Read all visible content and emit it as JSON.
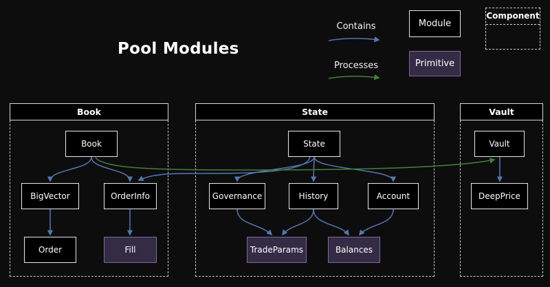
{
  "title": "Pool Modules",
  "legend": {
    "contains_label": "Contains",
    "processes_label": "Processes",
    "module_label": "Module",
    "primitive_label": "Primitive",
    "component_label": "Component"
  },
  "colors": {
    "background": "#0d0d0d",
    "module_bg": "#000000",
    "module_border": "#e8e8e8",
    "primitive_bg": "#342b45",
    "primitive_border": "#7b6b9e",
    "contains_arrow": "#5578b4",
    "processes_arrow": "#43823a"
  },
  "containers": [
    {
      "label": "Book",
      "nodes": [
        "Book",
        "BigVector",
        "OrderInfo",
        "Order",
        "Fill"
      ]
    },
    {
      "label": "State",
      "nodes": [
        "State",
        "Governance",
        "History",
        "Account",
        "TradeParams",
        "Balances"
      ]
    },
    {
      "label": "Vault",
      "nodes": [
        "Vault",
        "DeepPrice"
      ]
    }
  ],
  "nodes": {
    "book": {
      "label": "Book",
      "type": "module"
    },
    "bigvector": {
      "label": "BigVector",
      "type": "module"
    },
    "orderinfo": {
      "label": "OrderInfo",
      "type": "module"
    },
    "order": {
      "label": "Order",
      "type": "module"
    },
    "fill": {
      "label": "Fill",
      "type": "primitive"
    },
    "state": {
      "label": "State",
      "type": "module"
    },
    "governance": {
      "label": "Governance",
      "type": "module"
    },
    "history": {
      "label": "History",
      "type": "module"
    },
    "account": {
      "label": "Account",
      "type": "module"
    },
    "tradeparams": {
      "label": "TradeParams",
      "type": "primitive"
    },
    "balances": {
      "label": "Balances",
      "type": "primitive"
    },
    "vault": {
      "label": "Vault",
      "type": "module"
    },
    "deepprice": {
      "label": "DeepPrice",
      "type": "module"
    }
  },
  "edges": {
    "contains": [
      {
        "from": "Book",
        "to": "BigVector"
      },
      {
        "from": "Book",
        "to": "OrderInfo"
      },
      {
        "from": "BigVector",
        "to": "Order"
      },
      {
        "from": "OrderInfo",
        "to": "Fill"
      },
      {
        "from": "State",
        "to": "Governance"
      },
      {
        "from": "State",
        "to": "History"
      },
      {
        "from": "State",
        "to": "Account"
      },
      {
        "from": "State",
        "to": "OrderInfo"
      },
      {
        "from": "Governance",
        "to": "TradeParams"
      },
      {
        "from": "History",
        "to": "TradeParams"
      },
      {
        "from": "History",
        "to": "Balances"
      },
      {
        "from": "Account",
        "to": "Balances"
      },
      {
        "from": "Vault",
        "to": "DeepPrice"
      }
    ],
    "processes": [
      {
        "from": "Book",
        "to": "Vault"
      }
    ]
  }
}
